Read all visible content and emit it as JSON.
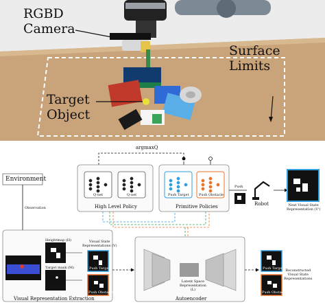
{
  "photo": {
    "labels": {
      "camera": "RGBD\nCamera",
      "surface": "Surface\nLimits",
      "target": "Target\nObject"
    }
  },
  "diagram": {
    "argmax": "argmaxQ",
    "environment": "Environment",
    "observation": "Observation",
    "qnet_1": "Q-net",
    "qnet_2": "Q-net",
    "high_level_policy": "High Level Policy",
    "push_target": "Push Target",
    "push_obstacle": "Push Obstacle",
    "primitive_policies": "Primitive Policies",
    "push": "Push",
    "robot": "Robot",
    "next_state": "Next Visual State\nRepresentation (V')",
    "heightmap": "Heightmap (H)",
    "target_mask": "Target mask (M)",
    "visual_state": "Visual State\nRepresentations (V)",
    "vs_push_target": "Push Target",
    "vs_push_obstacle": "Push Obstacle",
    "visual_extraction": "Visual Representation Extraction",
    "latent": "Latent Space\nRepresentation\n(L)",
    "autoencoder": "Autoencoder",
    "reconstructed": "Reconstructed\nVisual State\nRepresentations",
    "rec_push_target": "Push Target",
    "rec_push_obstacle": "Push Obstacle"
  },
  "colors": {
    "blue": "#2f9fe0",
    "orange": "#e8742c",
    "green": "#3aa35a",
    "tabletop": "#c9a47a"
  }
}
